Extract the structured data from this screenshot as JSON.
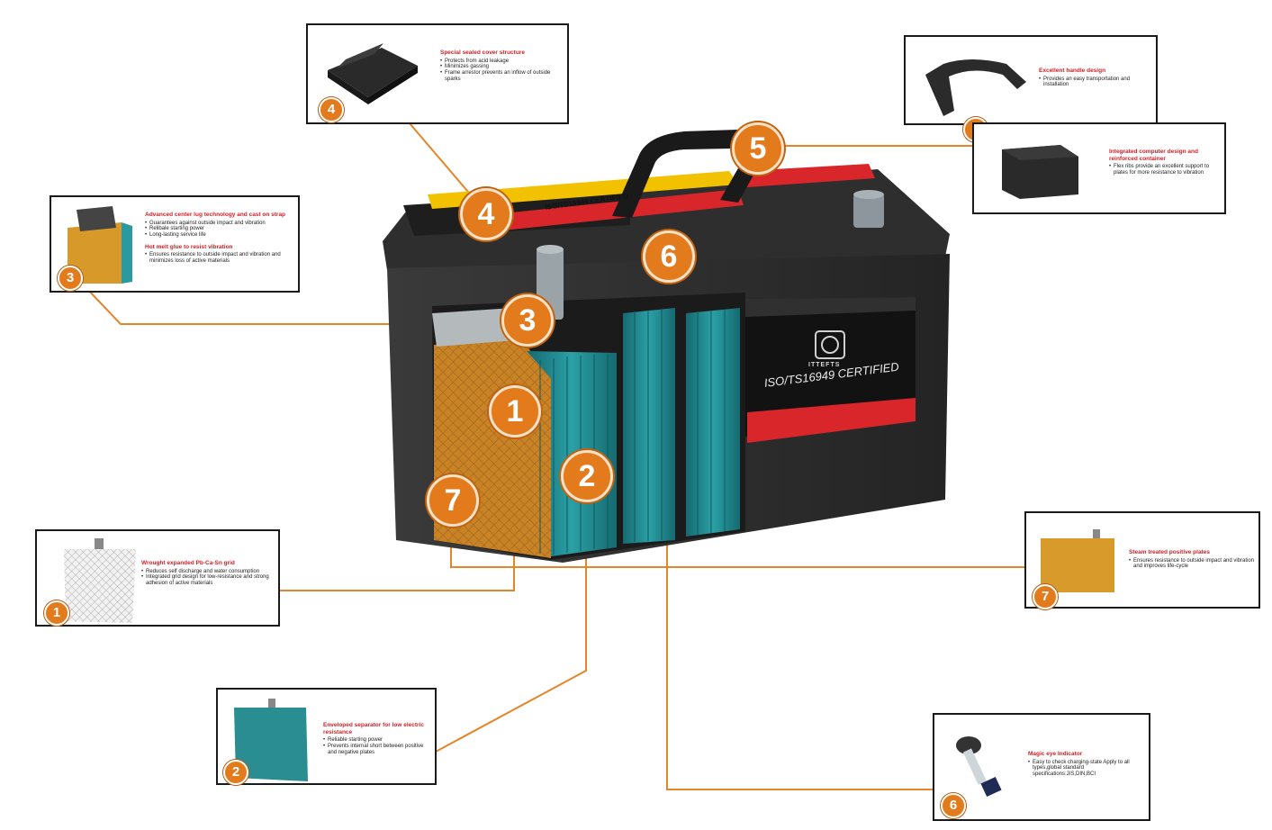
{
  "colors": {
    "accent_orange": "#e37b1d",
    "title_red": "#d21f26",
    "battery_body": "#2b2b2b",
    "plate_teal": "#1f7f87",
    "label_red": "#d8262b",
    "label_yellow": "#f2c200"
  },
  "battery": {
    "brand_mark": "ITTEFTS",
    "certification": "ISO/TS16949 CERTIFIED",
    "lid_label": "ISO/TS16949 CERTIFIED"
  },
  "badges": [
    {
      "number": "1"
    },
    {
      "number": "2"
    },
    {
      "number": "3"
    },
    {
      "number": "4"
    },
    {
      "number": "5"
    },
    {
      "number": "6"
    },
    {
      "number": "7"
    }
  ],
  "callouts": {
    "c1": {
      "number": "1",
      "title": "Wrought expanded Pb-Ca-Sn grid",
      "bullets": [
        "Reduces self discharge and water consumption",
        "Integrated grid design for low-resistance and strong adhesion of active materials"
      ]
    },
    "c2": {
      "number": "2",
      "title": "Enveloped separator for low electric resistance",
      "bullets": [
        "Reliable starting power",
        "Prevents internal short between positive and negative plates"
      ]
    },
    "c3": {
      "number": "3",
      "title": "Advanced center lug technology and cast on strap",
      "bullets": [
        "Guarantees against outside impact and vibration",
        "Relibale starting power",
        "Long-lasting service life"
      ],
      "title2": "Hot melt glue to resist vibration",
      "bullets2": [
        "Ensures resistance to outside impact and vibration and minimizes loss of active materials"
      ]
    },
    "c4": {
      "number": "4",
      "title": "Special sealed cover structure",
      "bullets": [
        "Protects from acid leakage",
        "Minimizes gassing",
        "Frame arrestor prevents an inflow of outside sparks"
      ]
    },
    "c5a": {
      "number": "5",
      "title": "Excellent handle design",
      "bullets": [
        "Provides an easy transportation and installation"
      ]
    },
    "c5b": {
      "title": "Integrated computer design and reinforced container",
      "bullets": [
        "Flex ribs provide an excellent support to plates for more resistance to vibration"
      ]
    },
    "c6": {
      "number": "6",
      "title": "Magic eye Indicator",
      "bullets": [
        "Easy to check charging-state Apply to all types,global standard specifications:JIS,DIN,BCI"
      ]
    },
    "c7": {
      "number": "7",
      "title": "Steam treated positive plates",
      "bullets": [
        "Ensures resistance to outside impact and vibration and improves life-cycle"
      ]
    }
  }
}
